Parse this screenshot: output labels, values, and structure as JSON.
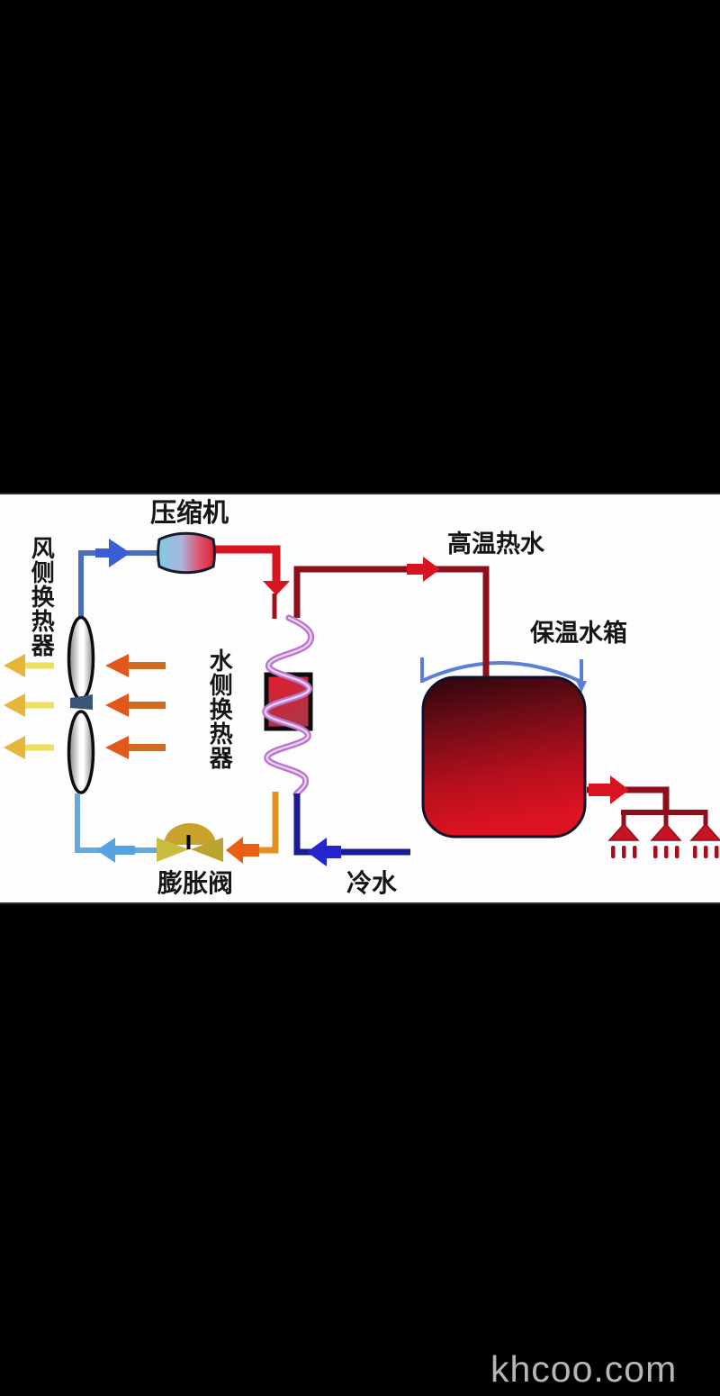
{
  "diagram": {
    "title_context": "heat-pump water heater schematic",
    "labels": {
      "compressor": "压缩机",
      "air_side_exchanger": "风侧换热器",
      "water_side_exchanger": "水侧换热器",
      "hot_water_out": "高温热水",
      "storage_tank": "保温水箱",
      "expansion_valve": "膨胀阀",
      "cold_water_in": "冷水"
    },
    "colors": {
      "bright_red": "#d81421",
      "dark_red": "#8d0f1c",
      "navy_blue": "#1b1b96",
      "cold_arrow_blue": "#2525cc",
      "light_blue": "#68a8dc",
      "light_blue_arrow": "#57a3e2",
      "steel_blue": "#4a6fb8",
      "flow_arrow_blue": "#3b5ed6",
      "yellow_air_shaft": "#ede05e",
      "yellow_air_head": "#e6b63a",
      "orange_air_head": "#e2581a",
      "orange_air_shaft": "#d06b22",
      "orange_pipe": "#e39020",
      "orange_arrow": "#ea5e12",
      "coil_purple": "#b874cc",
      "coil_highlight": "#eed8f6",
      "valve_gold": "#c9a22b",
      "valve_tri_left": "#c9bd40",
      "valve_tri_right": "#b8a52f",
      "fan_hub_blue": "#3b5578",
      "tank_dark": "#380a10",
      "tank_bright": "#d61222",
      "arc_blue": "#5b7fd4"
    }
  },
  "watermark": "khcoo.com"
}
